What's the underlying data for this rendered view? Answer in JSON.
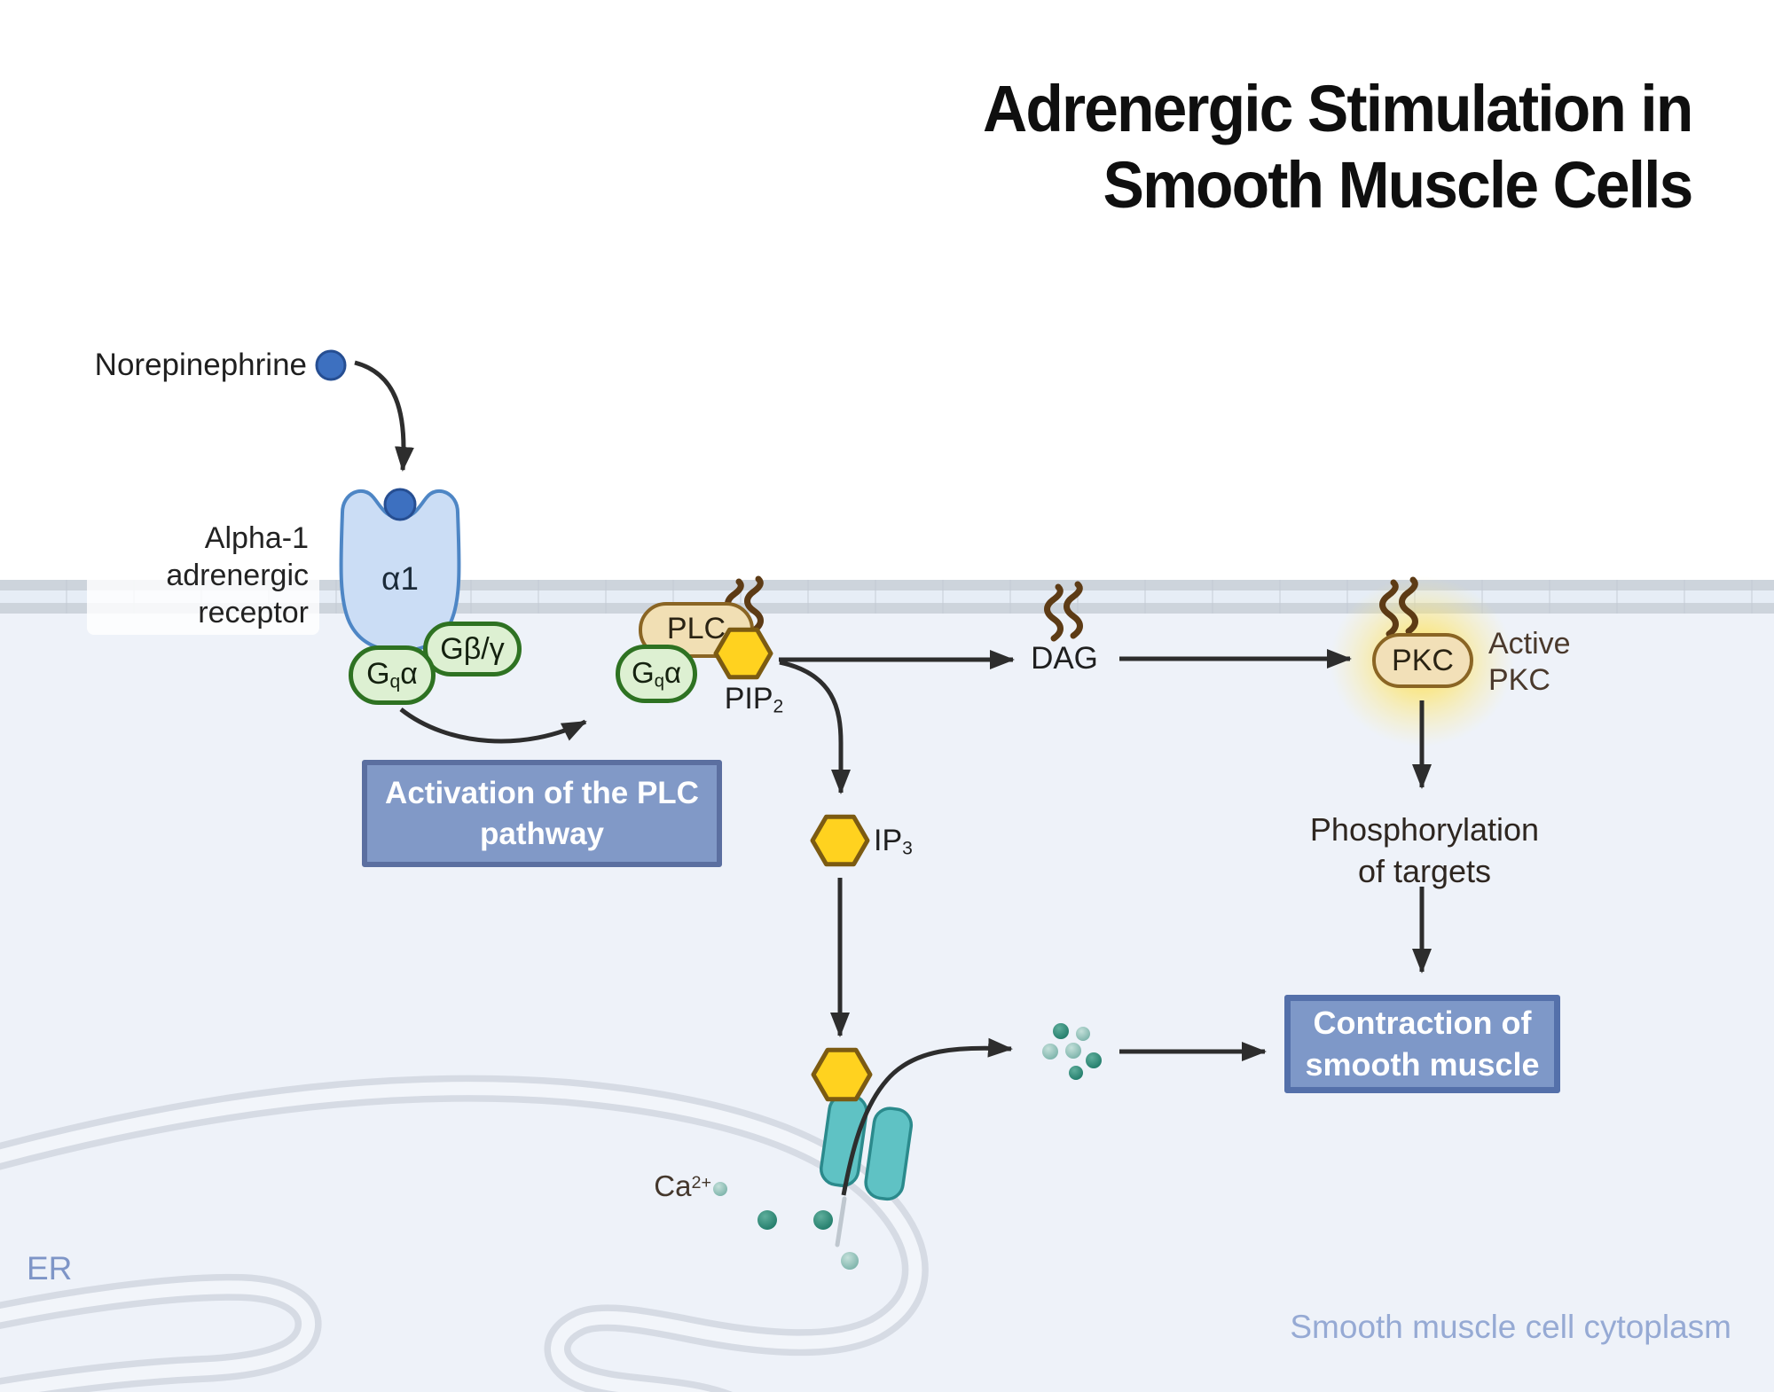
{
  "title": {
    "line1": "Adrenergic Stimulation in",
    "line2": "Smooth Muscle Cells"
  },
  "ligand": {
    "name": "Norepinephrine"
  },
  "receptor": {
    "label_line1": "Alpha-1",
    "label_line2": "adrenergic",
    "label_line3": "receptor",
    "subunit": "α1"
  },
  "g_proteins": {
    "beta_gamma": "Gβ/γ",
    "q_alpha": {
      "main": "G",
      "sub": "q",
      "tail": "α"
    }
  },
  "enzymes": {
    "plc": "PLC",
    "pkc": "PKC",
    "active_pkc_line1": "Active",
    "active_pkc_line2": "PKC"
  },
  "messengers": {
    "pip2": {
      "main": "PIP",
      "sub": "2"
    },
    "dag": "DAG",
    "ip3": {
      "main": "IP",
      "sub": "3"
    },
    "calcium": {
      "main": "Ca",
      "sup": "2+"
    }
  },
  "process": {
    "phospho_line1": "Phosphorylation",
    "phospho_line2": "of targets"
  },
  "boxes": {
    "activation_line1": "Activation of the PLC",
    "activation_line2": "pathway",
    "contraction_line1": "Contraction of",
    "contraction_line2": "smooth muscle"
  },
  "compartments": {
    "er": "ER",
    "cytoplasm": "Smooth muscle cell cytoplasm"
  },
  "icons": {
    "lipid_tail": "double-wavy-lines",
    "second_messenger": "yellow-hexagon",
    "calcium_ion": "teal-dot",
    "channel": "teal-membrane-channel"
  },
  "colors": {
    "membrane_gray": "#cdd4dc",
    "cytoplasm_bg": "#eef2f9",
    "receptor_fill": "#cbddf5",
    "receptor_stroke": "#4e86c5",
    "ligand_blue": "#3d70c0",
    "gprotein_fill": "#ddf0d2",
    "gprotein_stroke": "#2e7222",
    "enzyme_fill": "#f1dfb4",
    "enzyme_stroke": "#8a6524",
    "hexagon_fill": "#ffd21f",
    "hexagon_stroke": "#7c5b12",
    "lipid_tail_brown": "#5d3b15",
    "channel_fill": "#5fc2c4",
    "channel_stroke": "#2b8a8c",
    "calcium_dark": "#1f7a68",
    "calcium_light": "#8fc2ba",
    "process_box_fill": "#8099c7",
    "process_box_border": "#5b72a8",
    "glow_yellow": "#ffdd40",
    "arrow_black": "#2d2d2d",
    "er_tube_gray": "#d6dbe4"
  }
}
